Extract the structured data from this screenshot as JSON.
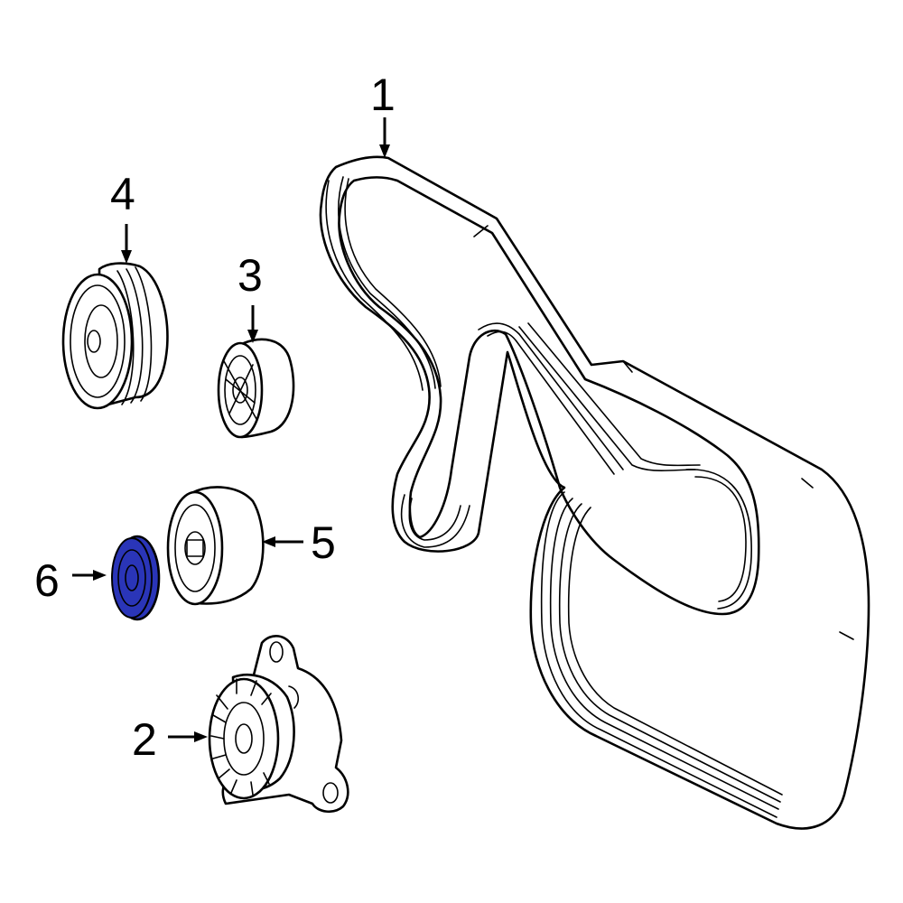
{
  "callouts": {
    "belt": "1",
    "tensioner": "2",
    "idler_pulley_small": "3",
    "idler_pulley_large": "4",
    "idler_pulley_mid": "5",
    "cap": "6"
  },
  "colors": {
    "highlight": "#2a35b8",
    "line": "#000000",
    "background": "#ffffff"
  }
}
